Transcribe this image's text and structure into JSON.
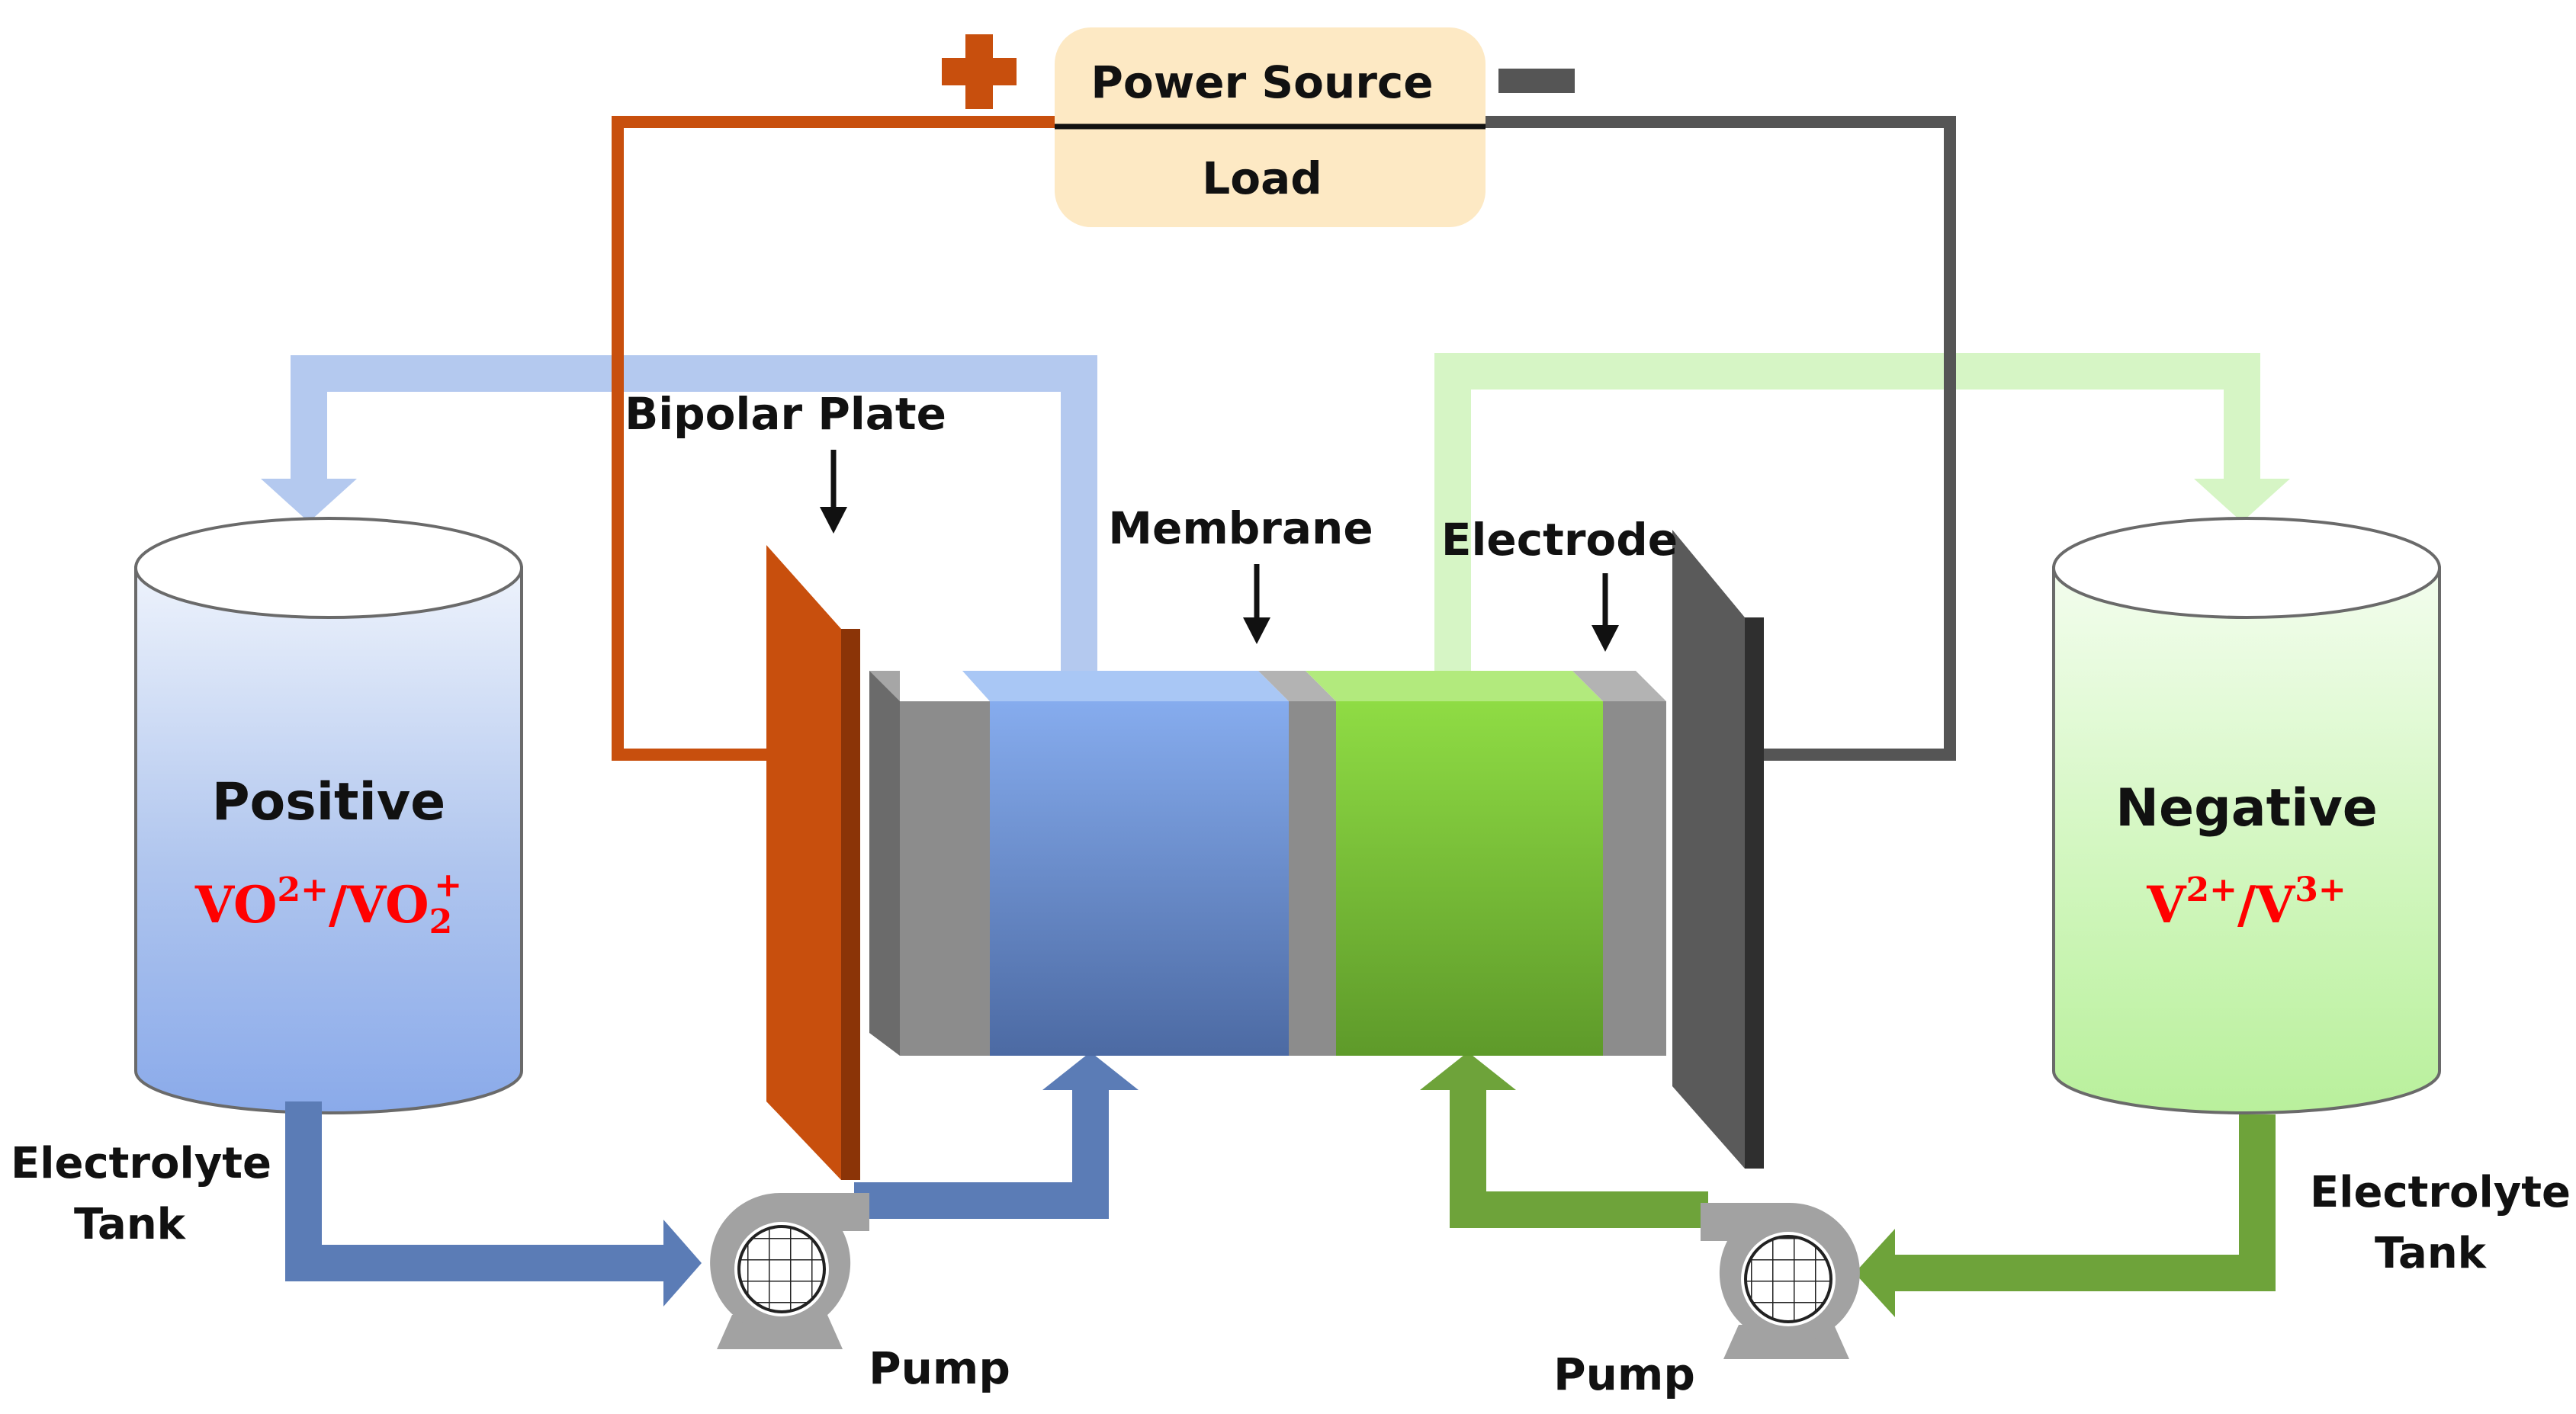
{
  "power": {
    "top_label": "Power Source",
    "bottom_label": "Load"
  },
  "positive": {
    "title": "Positive",
    "chem": {
      "a": "VO",
      "a_sup": "2+",
      "sep": "/VO",
      "b_sub": "2",
      "b_sup": "+"
    }
  },
  "negative": {
    "title": "Negative",
    "chem": {
      "a": "V",
      "a_sup": "2+",
      "sep": "/V",
      "b_sup": "3+"
    }
  },
  "labels": {
    "bipolar_plate": "Bipolar Plate",
    "membrane": "Membrane",
    "electrode": "Electrode",
    "tank_left_line1": "Electrolyte",
    "tank_left_line2": "Tank",
    "tank_right_line1": "Electrolyte",
    "tank_right_line2": "Tank",
    "pump_left": "Pump",
    "pump_right": "Pump"
  },
  "colors": {
    "positive_wire": "#c84f0d",
    "negative_wire": "#555555",
    "positive_flow_light": "#b4c9ef",
    "positive_flow_dark": "#5b7cb6",
    "negative_flow_light": "#d6f5c5",
    "negative_flow_dark": "#6ea33a",
    "chem_text": "#ff0000",
    "power_box": "#fde9c4"
  }
}
